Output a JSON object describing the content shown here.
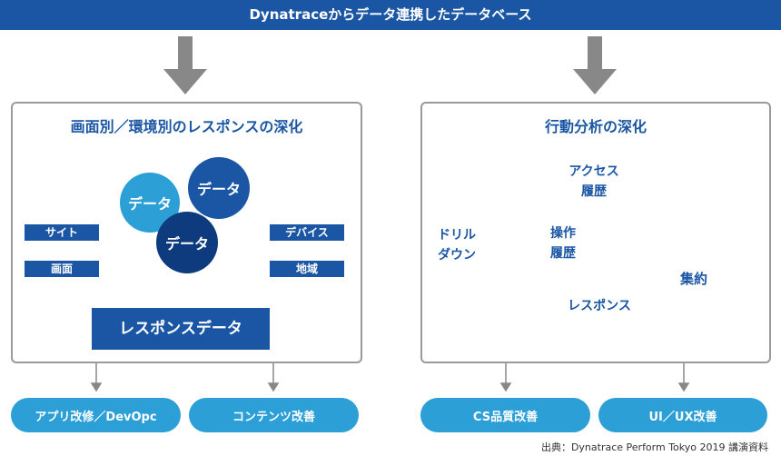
{
  "header": {
    "title": "Dynatraceからデータ連携したデータベース"
  },
  "left": {
    "title": "画面別／環境別のレスポンスの深化",
    "circles": [
      "データ",
      "データ",
      "データ"
    ],
    "inputs_left": [
      "サイト",
      "画面"
    ],
    "inputs_right": [
      "デバイス",
      "地域"
    ],
    "output": "レスポンスデータ",
    "results": [
      "アプリ改修／DevOpc",
      "コンテンツ改善"
    ]
  },
  "right": {
    "title": "行動分析の深化",
    "drill_label": [
      "ドリル",
      "ダウン"
    ],
    "cycle": [
      {
        "line1": "アクセス",
        "line2": "履歴"
      },
      {
        "line1": "操作",
        "line2": "履歴"
      },
      {
        "line1": "レスポンス",
        "line2": ""
      }
    ],
    "aggregate": "集約",
    "results": [
      "CS品質改善",
      "UI／UX改善"
    ]
  },
  "footer": {
    "source": "出典：Dynatrace Perform Tokyo 2019 講演資料"
  },
  "colors": {
    "dark_blue": "#1a56a3",
    "mid_blue": "#2b9fd6",
    "navy": "#0d3b7e",
    "gray": "#888888"
  }
}
